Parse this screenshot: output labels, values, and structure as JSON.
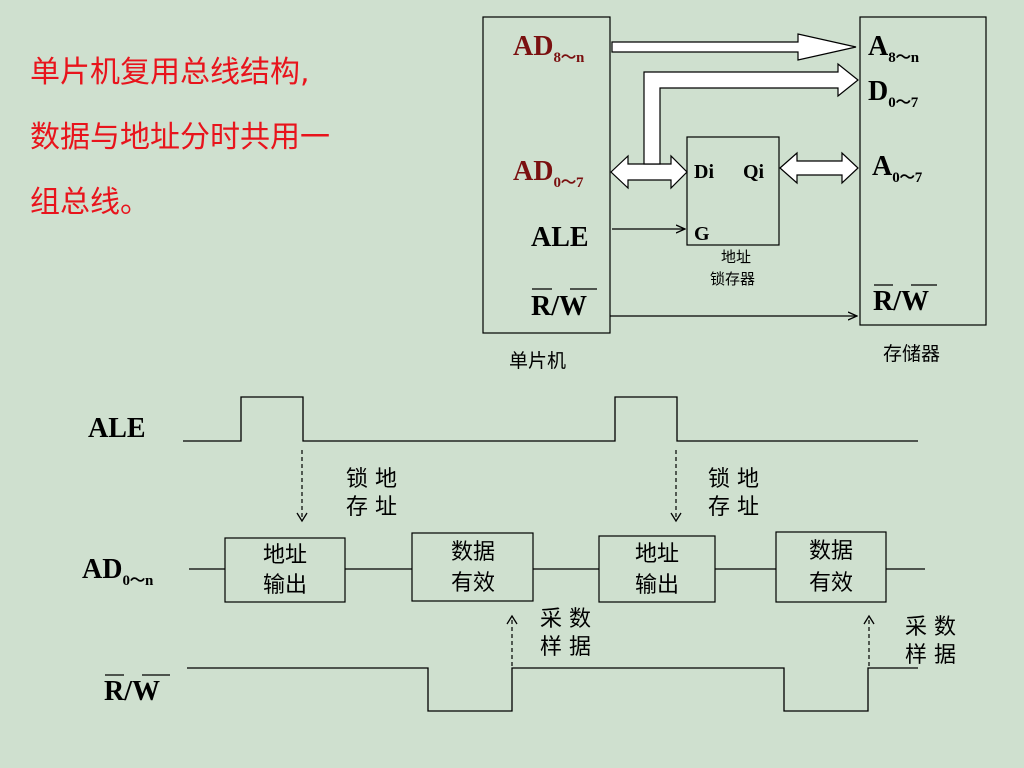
{
  "caption": {
    "line1": "单片机复用总线结构,",
    "line2": "数据与地址分时共用一",
    "line3": "组总线。"
  },
  "mcu": {
    "label": "单片机",
    "ad_high_main": "AD",
    "ad_high_sub": "8～n",
    "ad_low_main": "AD",
    "ad_low_sub": "0～7",
    "ale": "ALE",
    "rw": "R/W"
  },
  "latch": {
    "di": "Di",
    "qi": "Qi",
    "g": "G",
    "label_line1": "地址",
    "label_line2": "锁存器"
  },
  "memory": {
    "label": "存储器",
    "a_high_main": "A",
    "a_high_sub": "8～n",
    "d_main": "D",
    "d_sub": "0～7",
    "a_low_main": "A",
    "a_low_sub": "0～7",
    "rw": "R/W"
  },
  "timing": {
    "ale_label": "ALE",
    "ad_label_main": "AD",
    "ad_label_sub": "0～n",
    "rw_label": "R/W",
    "latch_note": [
      "锁 地",
      "存 址"
    ],
    "sample_note": [
      "采 数",
      "样 据"
    ],
    "addr_box": [
      "地址",
      "输出"
    ],
    "data_box": [
      "数据",
      "有效"
    ]
  }
}
